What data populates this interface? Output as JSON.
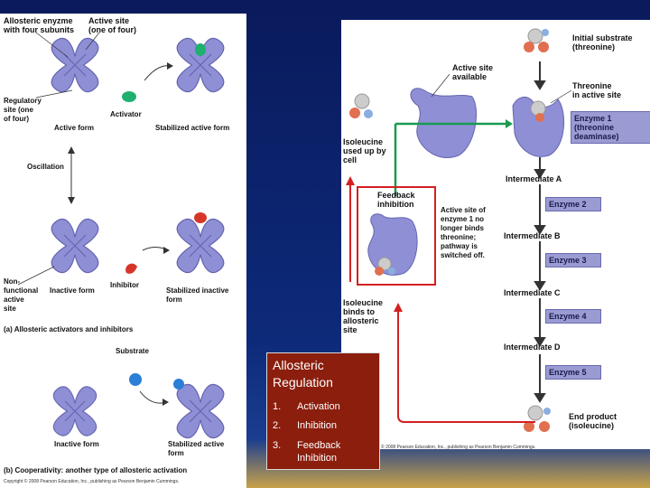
{
  "left_panel": {
    "allosteric_enzyme": "Allosteric enyzme\nwith four subunits",
    "active_site": "Active site\n(one of four)",
    "regulatory_site": "Regulatory\nsite (one\nof four)",
    "activator": "Activator",
    "active_form": "Active form",
    "stabilized_active": "Stabilized active form",
    "oscillation": "Oscillation",
    "nonfunctional": "Non-\nfunctional\nactive\nsite",
    "inactive_form_a": "Inactive form",
    "inhibitor": "Inhibitor",
    "stabilized_inactive": "Stabilized inactive\nform",
    "caption_a": "(a) Allosteric activators and inhibitors",
    "substrate": "Substrate",
    "inactive_form_b": "Inactive form",
    "stabilized_active_b": "Stabilized active\nform",
    "caption_b": "(b) Cooperativity: another type of allosteric activation",
    "copyright": "Copyright © 2008 Pearson Education, Inc., publishing as Pearson Benjamin Cummings."
  },
  "right_panel": {
    "initial_substrate": "Initial substrate\n(threonine)",
    "active_site_available": "Active site\navailable",
    "threonine_active": "Threonine\nin active site",
    "enzyme1": "Enzyme 1\n(threonine\ndeaminase)",
    "isoleucine_used": "Isoleucine\nused up by\ncell",
    "intermediate_a": "Intermediate A",
    "feedback": "Feedback\ninhibition",
    "active_site_no_longer": "Active site of\nenzyme 1 no\nlonger binds\nthreonine;\npathway is\nswitched off.",
    "enzyme2": "Enzyme 2",
    "intermediate_b": "Intermediate B",
    "enzyme3": "Enzyme 3",
    "isoleucine_binds": "Isoleucine\nbinds to\nallosteric\nsite",
    "intermediate_c": "Intermediate C",
    "enzyme4": "Enzyme 4",
    "intermediate_d": "Intermediate D",
    "enzyme5": "Enzyme 5",
    "end_product": "End product\n(isoleucine)",
    "copyright": "© 2008 Pearson Education, Inc., publishing as Pearson Benjamin Cummings."
  },
  "overlay": {
    "title": "Allosteric Regulation",
    "items": [
      {
        "num": "1.",
        "text": "Activation"
      },
      {
        "num": "2.",
        "text": "Inhibition"
      },
      {
        "num": "3.",
        "text": "Feedback\nInhibition"
      }
    ]
  },
  "colors": {
    "enzyme": "#8f8fd6",
    "enzyme_box": "#9b9bd4",
    "feedback_red": "#d32020",
    "green_arrow": "#1a9a50",
    "overlay_bg": "#8b1e0d"
  }
}
